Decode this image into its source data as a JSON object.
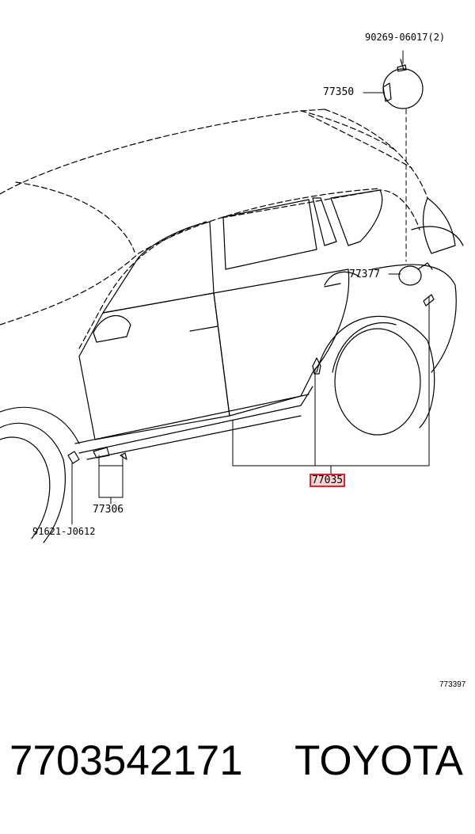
{
  "callouts": {
    "bolt_top": "90269-06017(2)",
    "fuel_cap": "77350",
    "lid_hinge": "77377",
    "lid_assembly": "77035",
    "rod_assembly": "77306",
    "fender_clip": "91621-J0612"
  },
  "diagram_ref": "773397",
  "footer": {
    "part_number": "7703542171",
    "brand": "TOYOTA"
  },
  "colors": {
    "highlight_border": "#e0242b",
    "highlight_fill": "#fbd3d3",
    "line": "#000000"
  }
}
